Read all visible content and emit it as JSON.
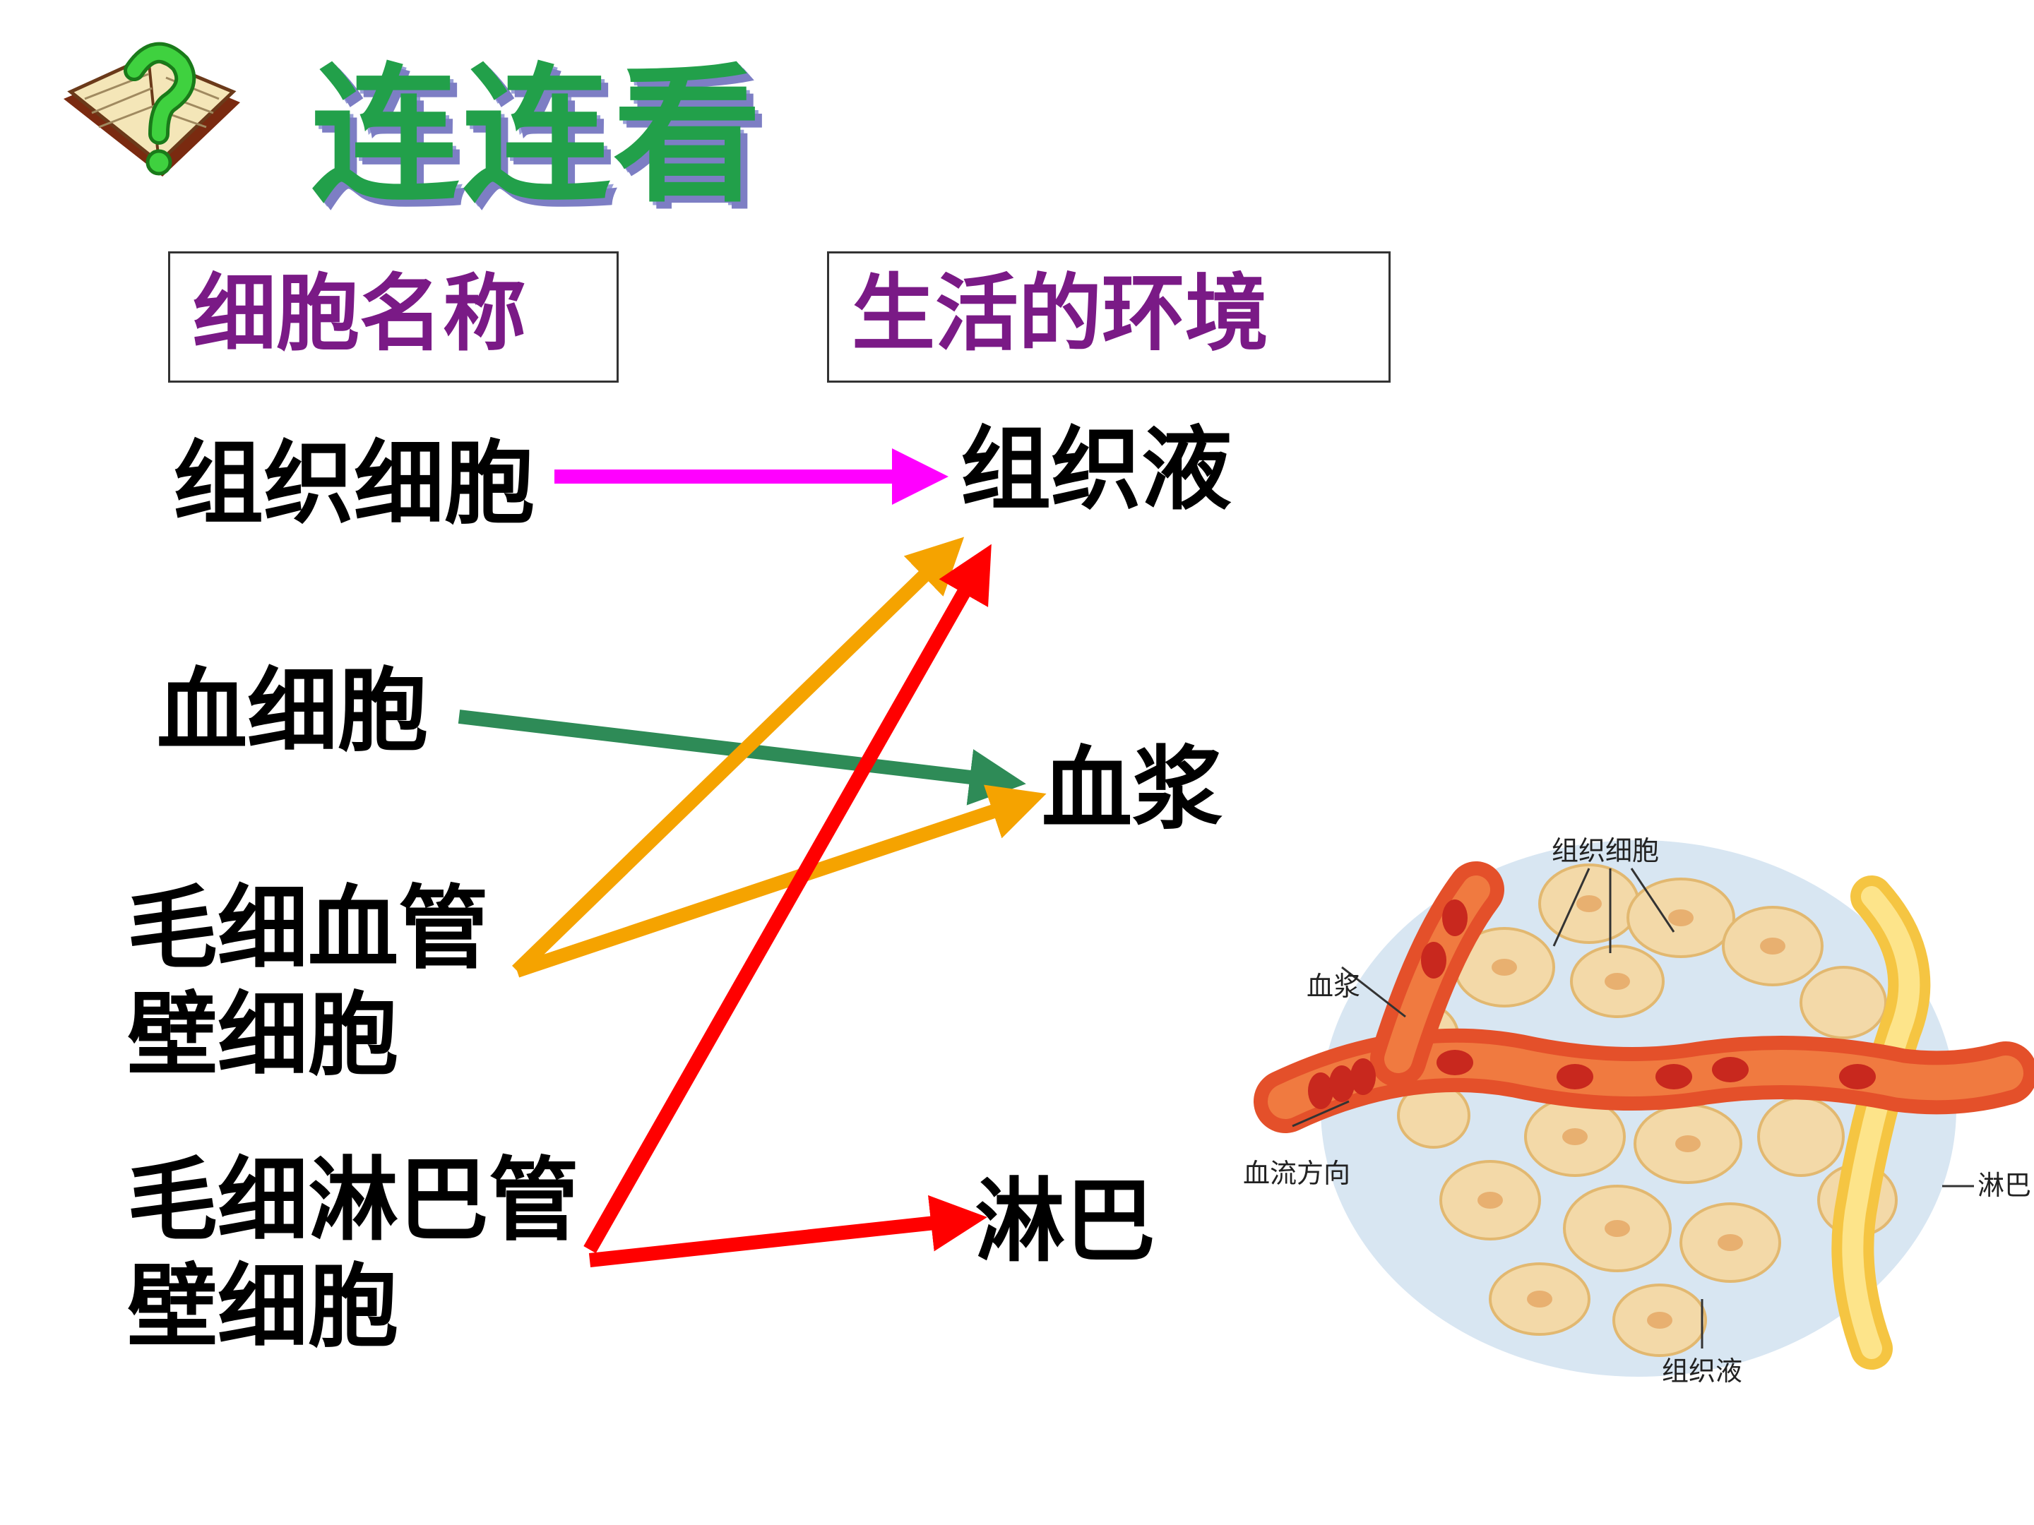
{
  "title": "连连看",
  "headers": {
    "left": "细胞名称",
    "right": "生活的环境"
  },
  "cells": {
    "tissue_cell": "组织细胞",
    "blood_cell": "血细胞",
    "capillary_wall_line1": "毛细血管",
    "capillary_wall_line2": "壁细胞",
    "lymph_capillary_wall_line1": "毛细淋巴管",
    "lymph_capillary_wall_line2": "壁细胞"
  },
  "environments": {
    "tissue_fluid": "组织液",
    "plasma": "血浆",
    "lymph": "淋巴"
  },
  "connections": [
    {
      "from": "组织细胞",
      "to": "组织液",
      "color": "#ff00ff"
    },
    {
      "from": "血细胞",
      "to": "血浆",
      "color": "#2e8b57"
    },
    {
      "from": "毛细血管壁细胞",
      "to": "组织液",
      "color": "#f5a300"
    },
    {
      "from": "毛细血管壁细胞",
      "to": "血浆",
      "color": "#f5a300"
    },
    {
      "from": "毛细淋巴管壁细胞",
      "to": "组织液",
      "color": "#ff0000"
    },
    {
      "from": "毛细淋巴管壁细胞",
      "to": "淋巴",
      "color": "#ff0000"
    }
  ],
  "diagram_labels": {
    "tissue_cell": "组织细胞",
    "plasma": "血浆",
    "blood_flow": "血流方向",
    "lymph": "淋巴",
    "tissue_fluid": "组织液"
  }
}
